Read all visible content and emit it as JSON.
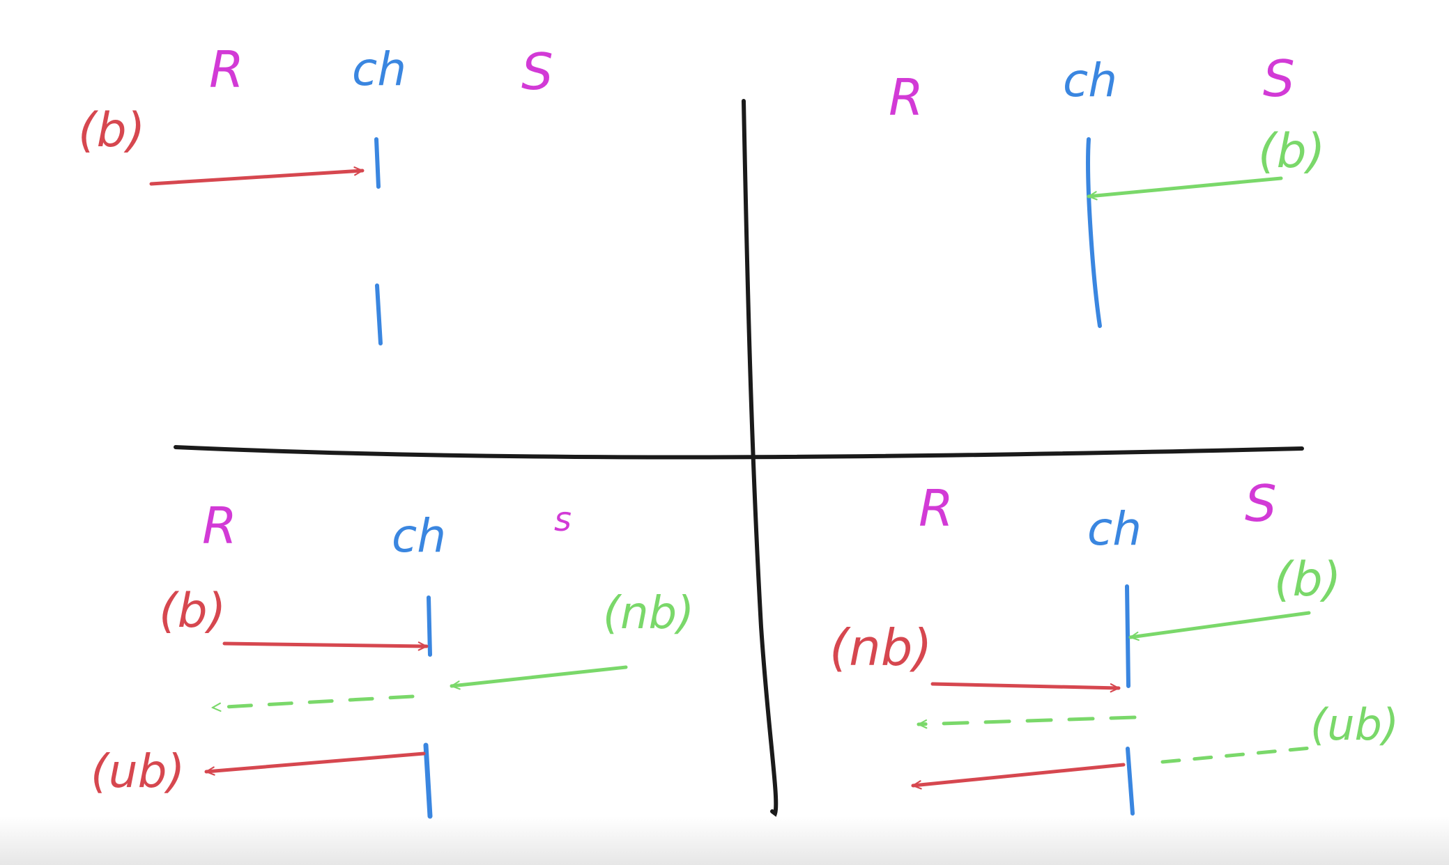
{
  "colors": {
    "receiver": "#d23ad6",
    "channel": "#3a86e0",
    "sender": "#d23ad6",
    "receive_op": "#d6474f",
    "send_op": "#7ad86a",
    "divider": "#1a1a1a"
  },
  "quadrants": [
    {
      "id": "top-left",
      "headers": {
        "receiver": "R",
        "channel": "ch",
        "sender": "S"
      },
      "labels": {
        "receiver_block": "(b)"
      }
    },
    {
      "id": "top-right",
      "headers": {
        "receiver": "R",
        "channel": "ch",
        "sender": "S"
      },
      "labels": {
        "sender_block": "(b)"
      }
    },
    {
      "id": "bottom-left",
      "headers": {
        "receiver": "R",
        "channel": "ch",
        "sender": "s"
      },
      "labels": {
        "receiver_block": "(b)",
        "sender_nonblock": "(nb)",
        "receiver_unblock": "(ub)"
      }
    },
    {
      "id": "bottom-right",
      "headers": {
        "receiver": "R",
        "channel": "ch",
        "sender": "S"
      },
      "labels": {
        "sender_block": "(b)",
        "receiver_nonblock": "(nb)",
        "sender_unblock": "(ub)"
      }
    }
  ]
}
